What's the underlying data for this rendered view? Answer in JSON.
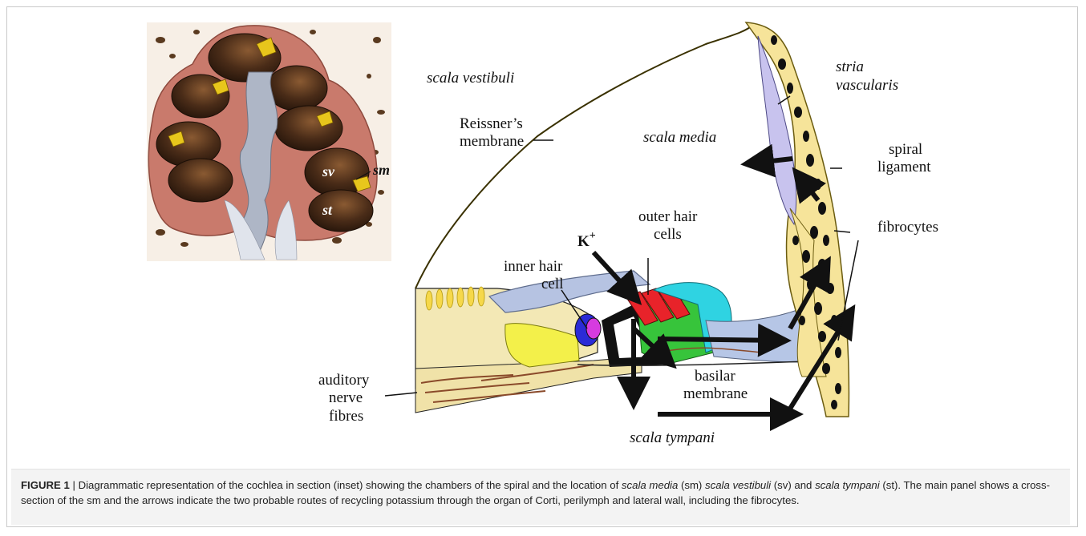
{
  "inset": {
    "labels": {
      "sv": "sv",
      "st": "st",
      "sm": "sm"
    }
  },
  "diagram": {
    "labels": {
      "scala_vestibuli": "scala vestibuli",
      "reissner_1": "Reissner’s",
      "reissner_2": "membrane",
      "scala_media": "scala media",
      "stria_1": "stria",
      "stria_2": "vascularis",
      "spiral_1": "spiral",
      "spiral_2": "ligament",
      "fibrocytes": "fibrocytes",
      "outer_hair_1": "outer hair",
      "outer_hair_2": "cells",
      "k_ion": "K",
      "k_sup": "+",
      "inner_hair_1": "inner hair",
      "inner_hair_2": "cell",
      "auditory_1": "auditory",
      "auditory_2": "nerve",
      "auditory_3": "fibres",
      "basilar_1": "basilar",
      "basilar_2": "membrane",
      "scala_tympani": "scala tympani"
    },
    "colors": {
      "bone": "#f3e8b5",
      "stria": "#c8c3ee",
      "ligament": "#f6e49a",
      "tectorial": "#b6c3e2",
      "pillar_red": "#e8232a",
      "deiters_green": "#37c43b",
      "hensen_cyan": "#2fd3e2",
      "supporting_yellow": "#f3f04a",
      "inner_hair_magenta": "#d63be0",
      "inset_tissue": "#c97a6c",
      "inset_chamber": "#3b2414",
      "arrow": "#111111"
    }
  },
  "caption": {
    "figure_label": "FIGURE 1",
    "separator": " | ",
    "text_1": "Diagrammatic representation of the cochlea in section (inset) showing the chambers of the spiral and the location of ",
    "sm_term": "scala media",
    "text_2": " (sm) ",
    "sv_term": "scala vestibuli",
    "text_3": " (sv) and ",
    "st_term": "scala tympani",
    "text_4": " (st). The main panel shows a cross-section of the sm and the arrows indicate the two probable routes of recycling potassium through the organ of Corti, perilymph and lateral wall, including the fibrocytes."
  }
}
